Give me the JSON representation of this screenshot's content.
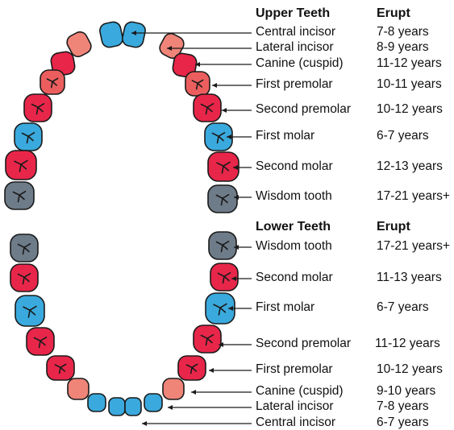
{
  "colors": {
    "blue": "#3aa9dd",
    "red": "#e8264a",
    "salmon": "#ef8479",
    "coral": "#ec5e5e",
    "gray": "#6e7b88",
    "outline": "#1a1a1a",
    "line": "#1a1a1a"
  },
  "upper": {
    "header_tooth": "Upper Teeth",
    "header_erupt": "Erupt",
    "rows": [
      {
        "tooth": "Central incisor",
        "erupt": "7-8 years"
      },
      {
        "tooth": "Lateral incisor",
        "erupt": "8-9 years"
      },
      {
        "tooth": "Canine (cuspid)",
        "erupt": "11-12 years"
      },
      {
        "tooth": "First premolar",
        "erupt": "10-11 years"
      },
      {
        "tooth": "Second premolar",
        "erupt": "10-12 years"
      },
      {
        "tooth": "First molar",
        "erupt": "6-7 years"
      },
      {
        "tooth": "Second molar",
        "erupt": "12-13 years"
      },
      {
        "tooth": "Wisdom tooth",
        "erupt": "17-21 years+"
      }
    ]
  },
  "lower": {
    "header_tooth": "Lower Teeth",
    "header_erupt": "Erupt",
    "rows": [
      {
        "tooth": "Wisdom tooth",
        "erupt": "17-21 years+"
      },
      {
        "tooth": "Second molar",
        "erupt": "11-13 years"
      },
      {
        "tooth": "First molar",
        "erupt": "6-7 years"
      },
      {
        "tooth": "Second premolar",
        "erupt": "11-12 years"
      },
      {
        "tooth": "First premolar",
        "erupt": "10-12 years"
      },
      {
        "tooth": "Canine (cuspid)",
        "erupt": "9-10 years"
      },
      {
        "tooth": "Lateral incisor",
        "erupt": "7-8 years"
      },
      {
        "tooth": "Central incisor",
        "erupt": "6-7 years"
      }
    ]
  }
}
